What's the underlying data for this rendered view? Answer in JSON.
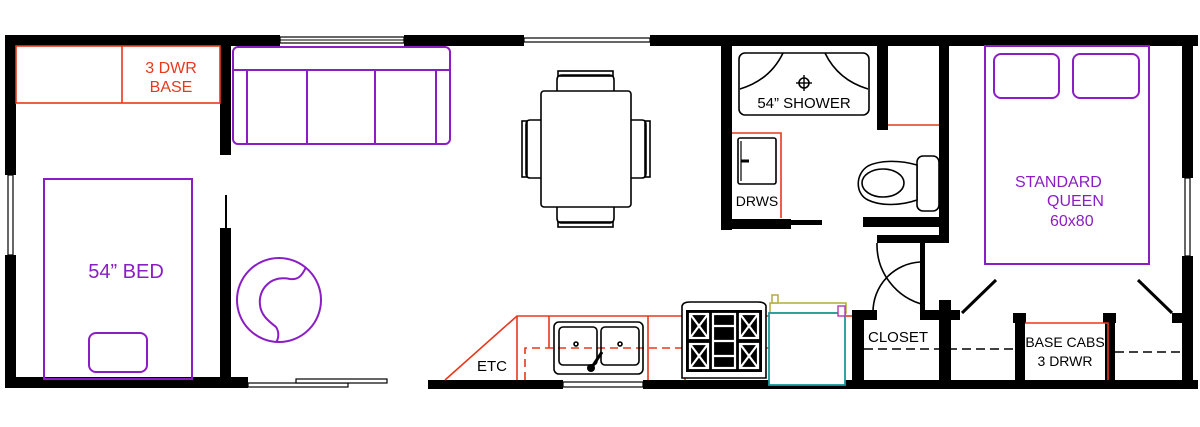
{
  "diagram": {
    "type": "floor-plan",
    "colors": {
      "walls": "#000000",
      "cabinets": "#e8381c",
      "furniture": "#8a1ec4",
      "fixtures": "#000000",
      "refrigerator": "#1a9a9a",
      "appliance_hood": "#b8b04a"
    }
  },
  "labels": {
    "drawer_base": "3 DWR",
    "drawer_base_line2": "BASE",
    "bed_54": "54” BED",
    "shower": "54” SHOWER",
    "bath_drawers": "DRWS",
    "queen_line1": "STANDARD",
    "queen_line2": "QUEEN",
    "queen_line3": "60x80",
    "etc": "ETC",
    "closet": "CLOSET",
    "base_cabs_line1": "BASE CABS",
    "base_cabs_line2": "3 DRWR"
  },
  "rooms": [
    {
      "name": "bunk-room",
      "items": [
        "3 DWR BASE",
        "54” BED"
      ]
    },
    {
      "name": "living-dining",
      "items": [
        "sofa",
        "swivel chair",
        "dining table with 4 chairs"
      ]
    },
    {
      "name": "kitchen",
      "items": [
        "ETC",
        "double sink",
        "range",
        "refrigerator"
      ]
    },
    {
      "name": "bathroom",
      "items": [
        "54” SHOWER",
        "DRWS",
        "toilet"
      ]
    },
    {
      "name": "bedroom",
      "items": [
        "STANDARD QUEEN 60x80",
        "CLOSET",
        "BASE CABS 3 DRWR"
      ]
    }
  ]
}
